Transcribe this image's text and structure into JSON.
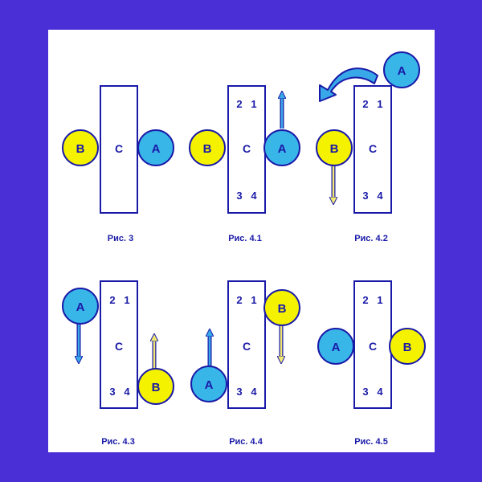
{
  "colors": {
    "background": "#4a2fd6",
    "panel": "#ffffff",
    "stroke": "#1a1aa8",
    "circle_A": "#38b6e8",
    "circle_B": "#f5f200",
    "arrow_blue": "#38a8e8",
    "arrow_yellow": "#f2ea70"
  },
  "symbols": {
    "A": "A",
    "B": "B",
    "C": "C",
    "n1": "1",
    "n2": "2",
    "n3": "3",
    "n4": "4"
  },
  "captions": {
    "fig3": "Рис. 3",
    "fig41": "Рис. 4.1",
    "fig42": "Рис. 4.2",
    "fig43": "Рис. 4.3",
    "fig44": "Рис. 4.4",
    "fig45": "Рис. 4.5"
  }
}
